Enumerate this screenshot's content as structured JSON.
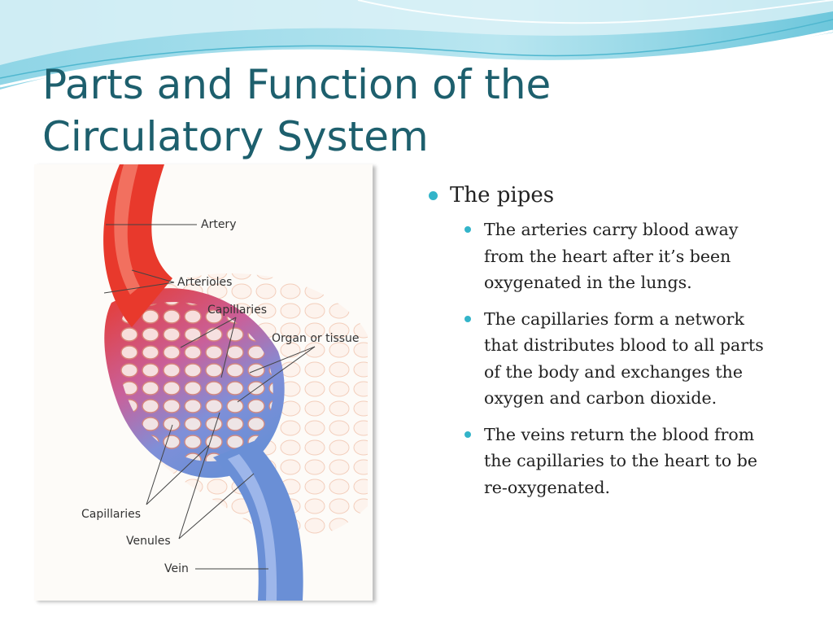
{
  "slide": {
    "title_line1": "Parts and Function of the",
    "title_line2": "Circulatory System",
    "main_bullet": "The pipes",
    "sub_bullets": [
      "The arteries carry blood away from the heart after it’s been oxygenated in the lungs.",
      "The capillaries form a network that distributes blood to all parts of the body and exchanges the oxygen and carbon dioxide.",
      "The veins return the blood from the capillaries to the heart to be re-oxygenated."
    ]
  },
  "figure": {
    "labels": {
      "artery": "Artery",
      "arterioles": "Arterioles",
      "capillaries_top": "Capillaries",
      "organ": "Organ or tissue",
      "capillaries_bottom": "Capillaries",
      "venules": "Venules",
      "vein": "Vein"
    }
  },
  "theme": {
    "accent": "#33b4c9",
    "title_color": "#1d5f6d",
    "artery_red": "#e8392c",
    "vein_blue": "#6a8fd6"
  }
}
